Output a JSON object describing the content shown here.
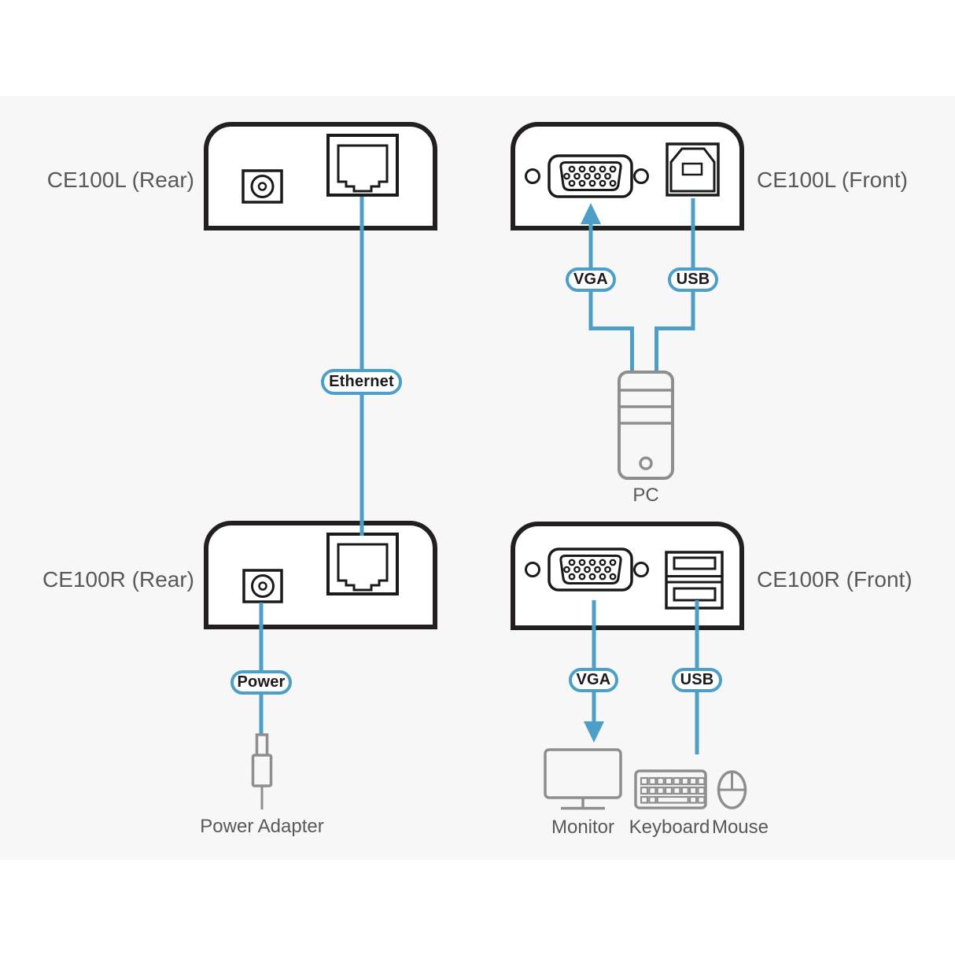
{
  "devices": {
    "ce100l_rear": "CE100L (Rear)",
    "ce100l_front": "CE100L (Front)",
    "ce100r_rear": "CE100R (Rear)",
    "ce100r_front": "CE100R (Front)"
  },
  "cable_labels": {
    "ethernet": "Ethernet",
    "vga_local": "VGA",
    "usb_local": "USB",
    "power": "Power",
    "vga_remote": "VGA",
    "usb_remote": "USB"
  },
  "peripherals": {
    "pc": "PC",
    "power_adapter": "Power Adapter",
    "monitor": "Monitor",
    "keyboard": "Keyboard",
    "mouse": "Mouse"
  },
  "icons": {
    "ports": [
      "dc-power-jack-icon",
      "rj45-port-icon",
      "vga-port-icon",
      "usb-b-port-icon",
      "usb-a-ports-icon"
    ],
    "peripherals": [
      "pc-tower-icon",
      "power-plug-icon",
      "monitor-icon",
      "keyboard-icon",
      "mouse-icon"
    ],
    "arrows": [
      "vga-arrow-up-icon",
      "vga-arrow-down-icon"
    ]
  },
  "colors": {
    "cable_blue": "#4E9FC8",
    "device_outline": "#231F20",
    "port_outline": "#1A1A1A",
    "peripheral_gray": "#8E8E8E",
    "label_text": "#58595B",
    "pill_text": "#1A1A1A",
    "canvas_background": "#F7F7F7",
    "page_background": "#FFFFFF"
  }
}
